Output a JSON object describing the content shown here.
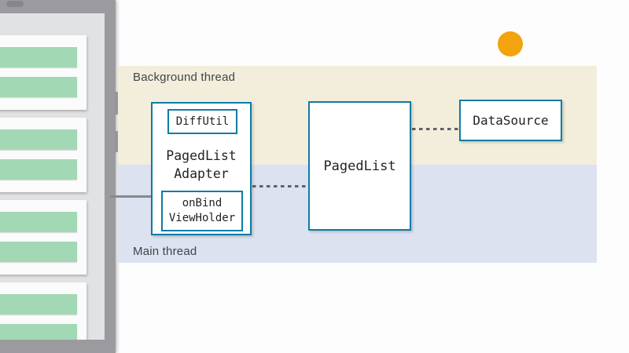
{
  "diagram": {
    "threads": {
      "background": {
        "label": "Background thread",
        "color": "#f3eedc"
      },
      "main": {
        "label": "Main thread",
        "color": "#dce2ef"
      }
    },
    "boxes": {
      "adapter": {
        "title_line1": "PagedList",
        "title_line2": "Adapter",
        "diffutil_label": "DiffUtil",
        "onbind_line1": "onBind",
        "onbind_line2": "ViewHolder"
      },
      "pagedlist": {
        "label": "PagedList"
      },
      "datasource": {
        "label": "DataSource"
      }
    },
    "accent_border_color": "#0f7ba6",
    "indicator_color": "#f2a30d",
    "connector_color": "#5e6266"
  },
  "phone": {
    "list_card_count": 4,
    "bars_per_card": 2,
    "bar_color": "#a3d8b4",
    "card_tops": [
      28,
      133,
      238,
      343
    ]
  }
}
